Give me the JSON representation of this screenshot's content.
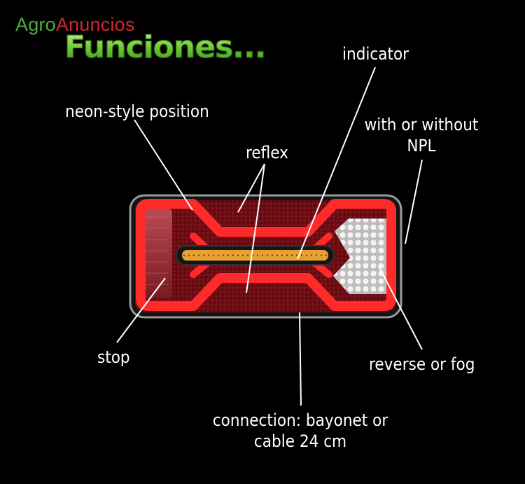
{
  "logo": {
    "part1": "Agro",
    "part2": "Anuncios",
    "color1": "#4cae3c",
    "color2": "#d0282e"
  },
  "title": "Funciones...",
  "labels": {
    "indicator": "indicator",
    "neon": "neon-style position",
    "npl_line1": "with or without",
    "npl_line2": "NPL",
    "reflex": "reflex",
    "stop": "stop",
    "reverse": "reverse or fog",
    "connection_line1": "connection: bayonet or",
    "connection_line2": "cable 24 cm"
  },
  "colors": {
    "neon": "#ff2a2a",
    "indicator": "#e8a030",
    "reverse": "#e9e9e9",
    "background": "#000000"
  }
}
